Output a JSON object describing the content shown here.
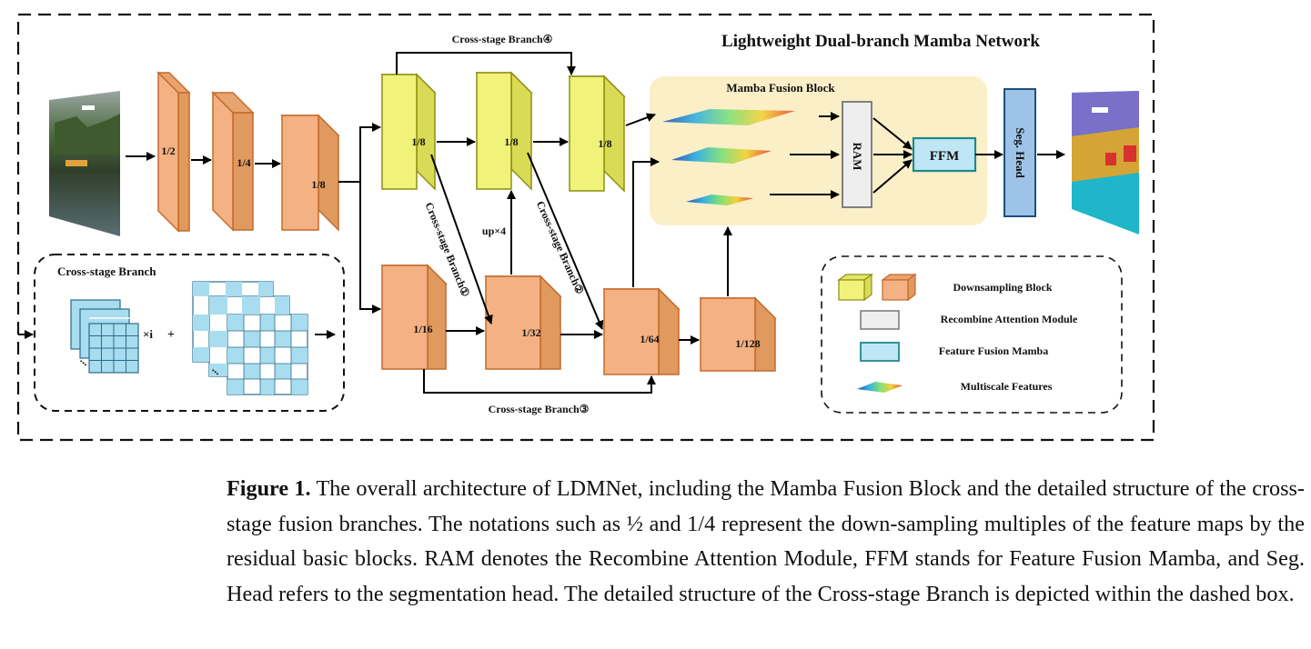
{
  "diagram": {
    "title": "Lightweight Dual-branch Mamba Network",
    "mamba_block_title": "Mamba Fusion Block",
    "cs_branch_box_title": "Cross-stage Branch",
    "cs_branch_4": "Cross-stage Branch④",
    "cs_branch_3": "Cross-stage Branch③",
    "cs_branch_1": "Cross-stage Branch①",
    "cs_branch_2": "Cross-stage Branch②",
    "upsample_label": "up×4",
    "times_i": "×i",
    "plus": "+",
    "ellipsis": "...",
    "stem_blocks": [
      "1/2",
      "1/4",
      "1/8"
    ],
    "upper_blocks": [
      "1/8",
      "1/8",
      "1/8"
    ],
    "lower_blocks": [
      "1/16",
      "1/32",
      "1/64",
      "1/128"
    ],
    "ram_label": "RAM",
    "ffm_label": "FFM",
    "seg_head_label": "Seg. Head",
    "legend": {
      "downsampling": "Downsampling Block",
      "ram": "Recombine Attention Module",
      "ffm": "Feature Fusion Mamba",
      "multiscale": "Multiscale Features"
    },
    "colors": {
      "yellow_block": "#f0f27a",
      "orange_block": "#f4b183",
      "mamba_bg": "#fbefc8",
      "ffm_fill": "#bfe6f5",
      "seg_head_fill": "#9dc3e6",
      "ram_fill": "#eeeeee",
      "grid_cell": "#a8dcef"
    }
  },
  "caption": {
    "label": "Figure 1.",
    "text": "The overall architecture of LDMNet, including the Mamba Fusion Block and the detailed structure of the cross-stage fusion branches. The notations such as ½ and 1/4 represent the down-sampling multiples of the feature maps by the residual basic blocks. RAM denotes the Recombine Attention Module, FFM stands for Feature Fusion Mamba, and Seg. Head refers to the segmentation head. The detailed structure of the Cross-stage Branch is depicted within the dashed box."
  }
}
